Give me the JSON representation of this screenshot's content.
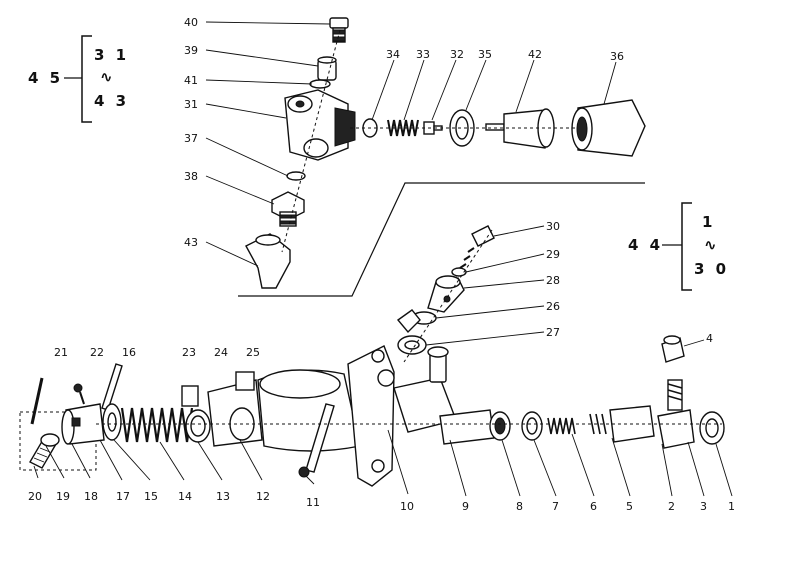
{
  "callouts": [
    {
      "id": "c40",
      "text": "40"
    },
    {
      "id": "c39",
      "text": "39"
    },
    {
      "id": "c41",
      "text": "41"
    },
    {
      "id": "c31",
      "text": "31"
    },
    {
      "id": "c37",
      "text": "37"
    },
    {
      "id": "c38",
      "text": "38"
    },
    {
      "id": "c43",
      "text": "43"
    },
    {
      "id": "c34",
      "text": "34"
    },
    {
      "id": "c33",
      "text": "33"
    },
    {
      "id": "c32",
      "text": "32"
    },
    {
      "id": "c35",
      "text": "35"
    },
    {
      "id": "c42",
      "text": "42"
    },
    {
      "id": "c36",
      "text": "36"
    },
    {
      "id": "c30",
      "text": "30"
    },
    {
      "id": "c29",
      "text": "29"
    },
    {
      "id": "c28",
      "text": "28"
    },
    {
      "id": "c26",
      "text": "26"
    },
    {
      "id": "c27",
      "text": "27"
    },
    {
      "id": "c4",
      "text": "4"
    },
    {
      "id": "c21",
      "text": "21"
    },
    {
      "id": "c22",
      "text": "22"
    },
    {
      "id": "c16",
      "text": "16"
    },
    {
      "id": "c23",
      "text": "23"
    },
    {
      "id": "c24",
      "text": "24"
    },
    {
      "id": "c25",
      "text": "25"
    },
    {
      "id": "c20",
      "text": "20"
    },
    {
      "id": "c19",
      "text": "19"
    },
    {
      "id": "c18",
      "text": "18"
    },
    {
      "id": "c17",
      "text": "17"
    },
    {
      "id": "c15",
      "text": "15"
    },
    {
      "id": "c14",
      "text": "14"
    },
    {
      "id": "c13",
      "text": "13"
    },
    {
      "id": "c12",
      "text": "12"
    },
    {
      "id": "c11",
      "text": "11"
    },
    {
      "id": "c10",
      "text": "10"
    },
    {
      "id": "c9",
      "text": "9"
    },
    {
      "id": "c8",
      "text": "8"
    },
    {
      "id": "c7",
      "text": "7"
    },
    {
      "id": "c6",
      "text": "6"
    },
    {
      "id": "c5",
      "text": "5"
    },
    {
      "id": "c2",
      "text": "2"
    },
    {
      "id": "c3",
      "text": "3"
    },
    {
      "id": "c1",
      "text": "1"
    }
  ],
  "groups": {
    "g45": {
      "label": "4 5",
      "top": "3 1",
      "mid": "∿",
      "bottom": "4 3"
    },
    "g44": {
      "label": "4 4",
      "top": "1",
      "mid": "∿",
      "bottom": "3 0"
    }
  }
}
